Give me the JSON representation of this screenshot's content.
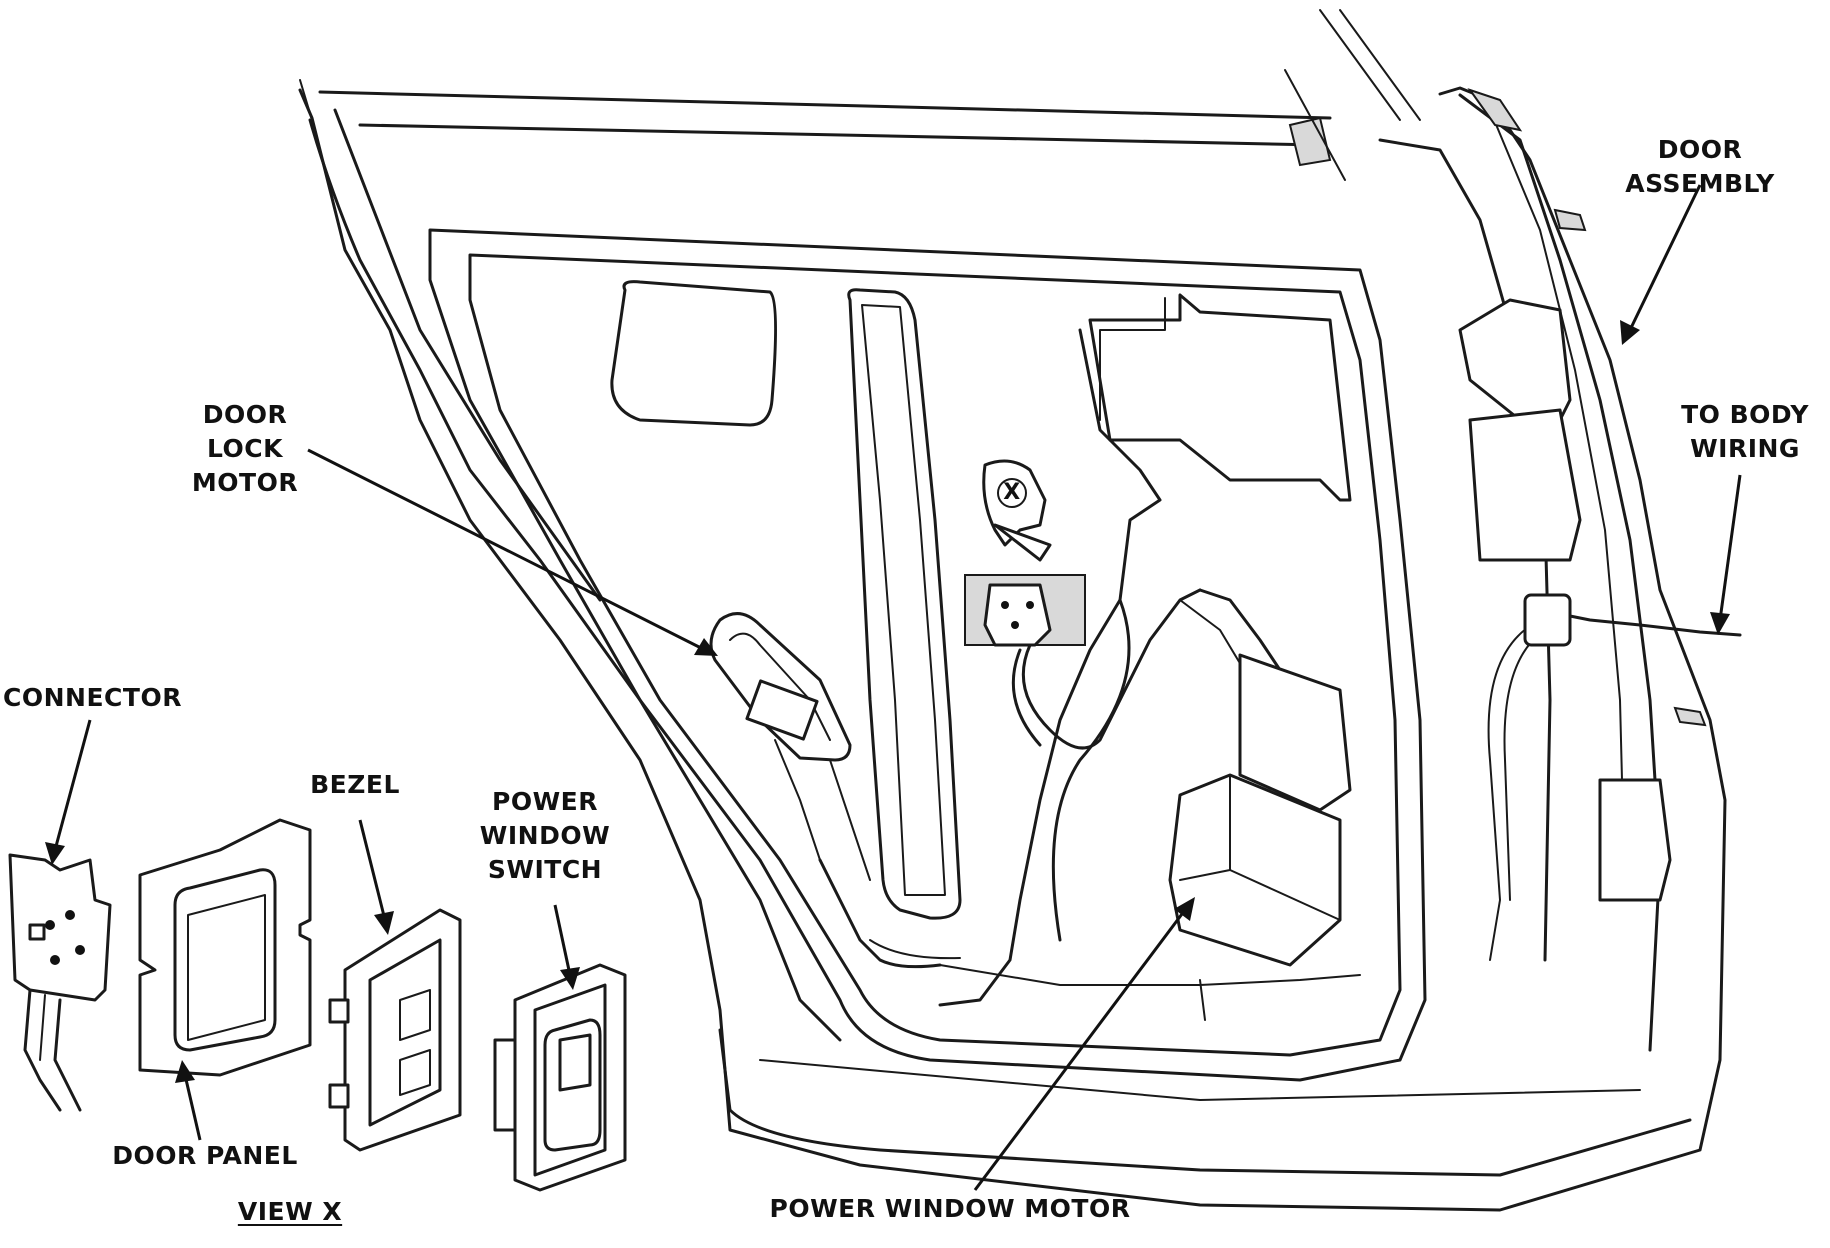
{
  "labels": {
    "door_assembly": "DOOR\nASSEMBLY",
    "to_body_wiring": "TO BODY\nWIRING",
    "door_lock_motor": "DOOR\nLOCK\nMOTOR",
    "connector": "CONNECTOR",
    "bezel": "BEZEL",
    "power_window_switch": "POWER\nWINDOW\nSWITCH",
    "door_panel": "DOOR PANEL",
    "view_x": "VIEW X",
    "power_window_motor": "POWER WINDOW MOTOR",
    "callout_x": "X"
  }
}
